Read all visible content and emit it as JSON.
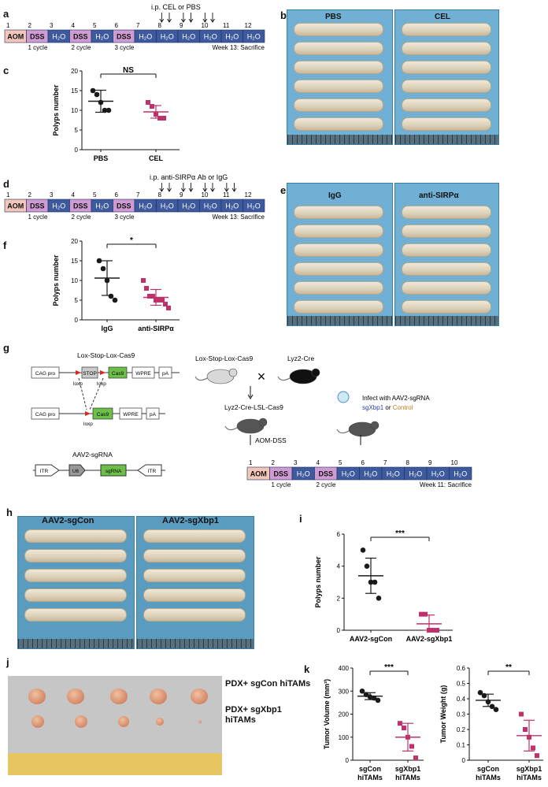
{
  "panels": {
    "a": "a",
    "b": "b",
    "c": "c",
    "d": "d",
    "e": "e",
    "f": "f",
    "g": "g",
    "h": "h",
    "i": "i",
    "j": "j",
    "k": "k"
  },
  "timeline_a": {
    "weeks": [
      "1",
      "2",
      "3",
      "4",
      "5",
      "6",
      "7",
      "8",
      "9",
      "10",
      "11",
      "12"
    ],
    "cells": [
      "AOM",
      "DSS",
      "H₂O",
      "DSS",
      "H₂O",
      "DSS",
      "H₂O",
      "H₂O",
      "H₂O",
      "H₂O",
      "H₂O",
      "H₂O"
    ],
    "cycles": [
      "1 cycle",
      "2 cycle",
      "3 cycle"
    ],
    "end": "Week 13: Sacrifice",
    "injection": "i.p. CEL or PBS"
  },
  "timeline_d": {
    "weeks": [
      "1",
      "2",
      "3",
      "4",
      "5",
      "6",
      "7",
      "8",
      "9",
      "10",
      "11",
      "12"
    ],
    "cells": [
      "AOM",
      "DSS",
      "H₂O",
      "DSS",
      "H₂O",
      "DSS",
      "H₂O",
      "H₂O",
      "H₂O",
      "H₂O",
      "H₂O",
      "H₂O"
    ],
    "cycles": [
      "1 cycle",
      "2 cycle",
      "3 cycle"
    ],
    "end": "Week 13: Sacrifice",
    "injection": "i.p. anti-SIRPα Ab or IgG"
  },
  "timeline_g": {
    "weeks": [
      "1",
      "2",
      "3",
      "4",
      "5",
      "6",
      "7",
      "8",
      "9",
      "10"
    ],
    "cells": [
      "AOM",
      "DSS",
      "H₂O",
      "DSS",
      "H₂O",
      "H₂O",
      "H₂O",
      "H₂O",
      "H₂O",
      "H₂O"
    ],
    "cycles": [
      "1 cycle",
      "2 cycle"
    ],
    "end": "Week 11: Sacrifice"
  },
  "photo_b": {
    "left": "PBS",
    "right": "CEL"
  },
  "photo_e": {
    "left": "IgG",
    "right": "anti-SIRPα"
  },
  "photo_h": {
    "left": "AAV2-sgCon",
    "right": "AAV2-sgXbp1"
  },
  "photo_j": {
    "row1": "PDX+ sgCon hiTAMs",
    "row2": "PDX+ sgXbp1 hiTAMs"
  },
  "construct": {
    "title": "Lox-Stop-Lox-Cas9",
    "row1": [
      "CAG pro",
      "STOP",
      "Cas9",
      "WPRE",
      "pA"
    ],
    "loxp": "loxp",
    "row2": [
      "CAG pro",
      "Cas9",
      "WPRE",
      "pA"
    ],
    "aav_title": "AAV2-sgRNA",
    "aav": [
      "ITR",
      "U6",
      "sgRNA",
      "ITR"
    ]
  },
  "breeding": {
    "parent1": "Lox-Stop-Lox-Cas9",
    "parent2": "Lyz2-Cre",
    "child": "Lyz2-Cre-LSL-Cas9",
    "treatment": "AOM-DSS",
    "infect": "Infect with AAV2-sgRNA",
    "sg_prefix": "sg",
    "sg_gene": "Xbp1",
    "or_word": "or",
    "control": "Control",
    "sg_color": "#2b3f9e",
    "control_color": "#c47f1e"
  },
  "chart_data": [
    {
      "panel": "c",
      "type": "scatter",
      "categories": [
        "PBS",
        "CEL"
      ],
      "ylabel": "Polyps number",
      "ylim": [
        0,
        20
      ],
      "yticks": [
        0,
        5,
        10,
        15,
        20
      ],
      "series": [
        {
          "name": "PBS",
          "color": "#1a1a1a",
          "values": [
            15,
            14,
            12,
            10,
            10
          ],
          "mean": 12.3,
          "sd": 2.8
        },
        {
          "name": "CEL",
          "color": "#c0306a",
          "values": [
            12,
            11,
            9,
            8,
            8
          ],
          "mean": 9.6,
          "sd": 1.6
        }
      ],
      "significance": "NS"
    },
    {
      "panel": "f",
      "type": "scatter",
      "categories": [
        "IgG",
        "anti-SIRPα"
      ],
      "ylabel": "Polyps number",
      "ylim": [
        0,
        20
      ],
      "yticks": [
        0,
        5,
        10,
        15,
        20
      ],
      "series": [
        {
          "name": "IgG",
          "color": "#1a1a1a",
          "values": [
            15,
            13,
            10,
            6,
            5
          ],
          "mean": 10.6,
          "sd": 4.4
        },
        {
          "name": "anti-SIRPα",
          "color": "#c0306a",
          "values": [
            10,
            8,
            6,
            6,
            5,
            5,
            5,
            4,
            3
          ],
          "mean": 5.7,
          "sd": 2.0
        }
      ],
      "significance": "*"
    },
    {
      "panel": "i",
      "type": "scatter",
      "categories": [
        "AAV2-sgCon",
        "AAV2-sgXbp1"
      ],
      "ylabel": "Polyps number",
      "ylim": [
        0,
        6
      ],
      "yticks": [
        0,
        2,
        4,
        6
      ],
      "series": [
        {
          "name": "AAV2-sgCon",
          "color": "#1a1a1a",
          "values": [
            5,
            4,
            3,
            3,
            2
          ],
          "mean": 3.4,
          "sd": 1.1
        },
        {
          "name": "AAV2-sgXbp1",
          "color": "#c0306a",
          "values": [
            1,
            1,
            0,
            0,
            0
          ],
          "mean": 0.4,
          "sd": 0.55
        }
      ],
      "significance": "***"
    },
    {
      "panel": "k1",
      "type": "scatter",
      "categories": [
        "sgCon hiTAMs",
        "sgXbp1 hiTAMs"
      ],
      "ylabel": "Tumor Volume (mm³)",
      "ylim": [
        0,
        400
      ],
      "yticks": [
        0,
        100,
        200,
        300,
        400
      ],
      "series": [
        {
          "name": "sgCon hiTAMs",
          "color": "#1a1a1a",
          "values": [
            300,
            285,
            275,
            270,
            260
          ],
          "mean": 278,
          "sd": 15
        },
        {
          "name": "sgXbp1 hiTAMs",
          "color": "#c0306a",
          "values": [
            160,
            140,
            100,
            60,
            10
          ],
          "mean": 100,
          "sd": 60
        }
      ],
      "significance": "***"
    },
    {
      "panel": "k2",
      "type": "scatter",
      "categories": [
        "sgCon hiTAMs",
        "sgXbp1 hiTAMs"
      ],
      "ylabel": "Tumor Weight (g)",
      "ylim": [
        0,
        0.6
      ],
      "yticks": [
        0,
        0.1,
        0.2,
        0.3,
        0.4,
        0.5,
        0.6
      ],
      "series": [
        {
          "name": "sgCon hiTAMs",
          "color": "#1a1a1a",
          "values": [
            0.44,
            0.42,
            0.38,
            0.35,
            0.33
          ],
          "mean": 0.39,
          "sd": 0.04
        },
        {
          "name": "sgXbp1 hiTAMs",
          "color": "#c0306a",
          "values": [
            0.3,
            0.2,
            0.15,
            0.08,
            0.03
          ],
          "mean": 0.16,
          "sd": 0.1
        },
        {
          "name": "",
          "color": "#c0306a",
          "values": [],
          "mean": null,
          "sd": null
        }
      ],
      "significance": "**"
    }
  ]
}
